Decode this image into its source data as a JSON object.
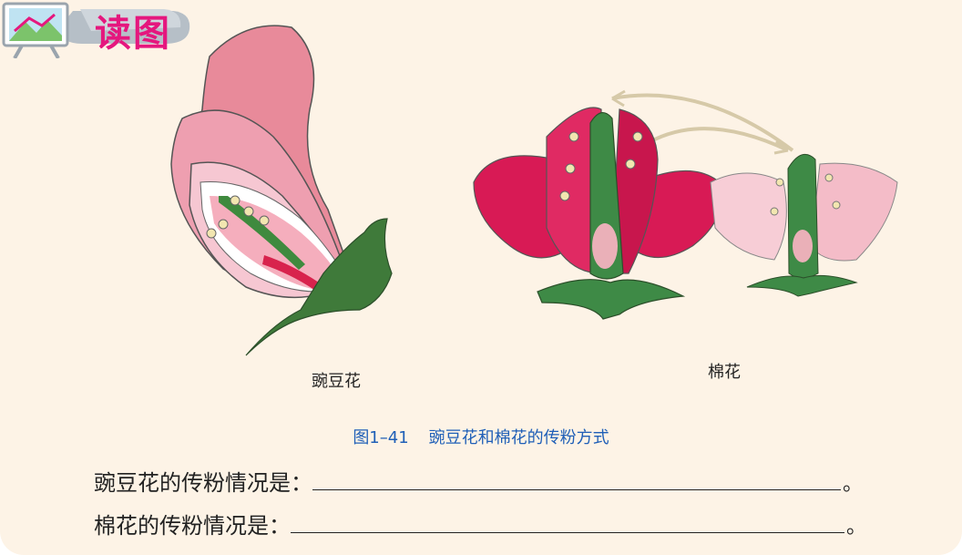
{
  "header": {
    "title": "读图"
  },
  "figure": {
    "left_label": "豌豆花",
    "right_label": "棉花",
    "caption_number": "图1–41",
    "caption_text": "豌豆花和棉花的传粉方式"
  },
  "questions": [
    {
      "prompt": "豌豆花的传粉情况是：",
      "ending": "。"
    },
    {
      "prompt": "棉花的传粉情况是：",
      "ending": "。"
    }
  ]
}
